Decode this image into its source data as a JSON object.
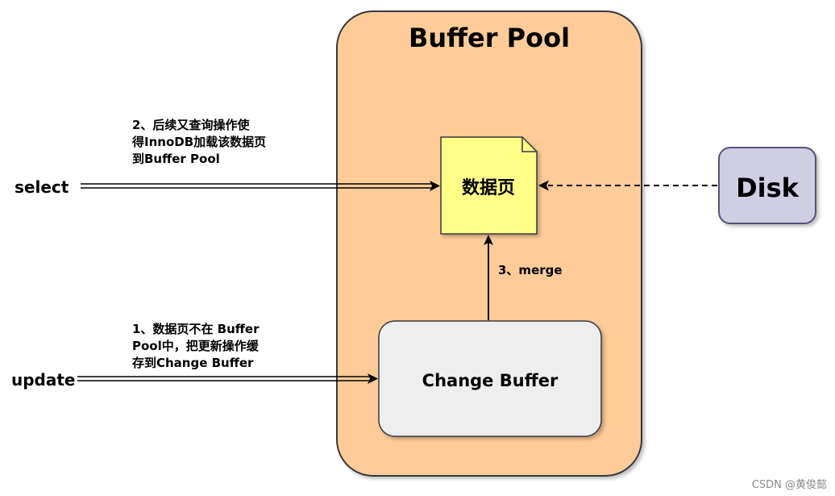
{
  "buffer_pool": {
    "title": "Buffer Pool",
    "fill": "#FFCC99",
    "stroke": "#36393D"
  },
  "data_page": {
    "label": "数据页",
    "fill": "#FFFF88",
    "stroke": "#36393D"
  },
  "change_buffer": {
    "label": "Change Buffer",
    "fill": "#EEEEEE",
    "stroke": "#36393D"
  },
  "disk": {
    "label": "Disk",
    "fill": "#D0CEE2",
    "stroke": "#56517E"
  },
  "inputs": {
    "select": "select",
    "update": "update"
  },
  "annotations": {
    "select_note": [
      "2、后续又查询操作使",
      "得InnoDB加载该数据页",
      "到Buffer Pool"
    ],
    "update_note": [
      "1、数据页不在 Buffer",
      "Pool中，把更新操作缓",
      "存到Change Buffer"
    ],
    "merge_note": "3、merge"
  },
  "watermark": "CSDN @黄俊懿"
}
